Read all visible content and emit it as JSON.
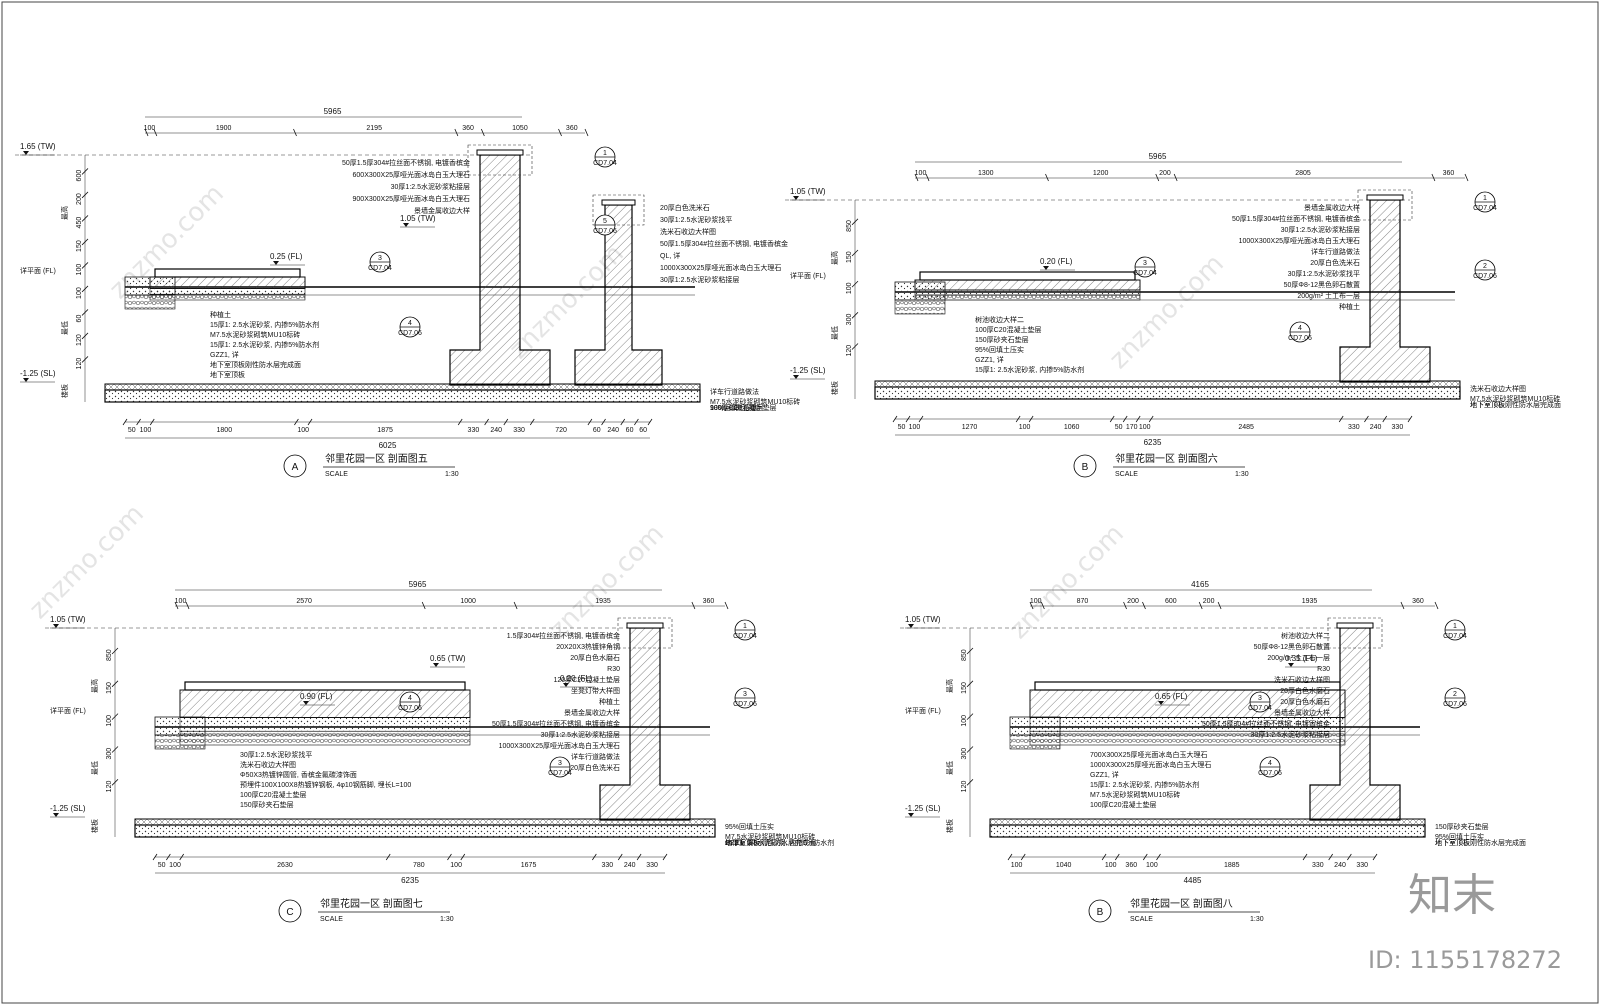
{
  "watermark": {
    "text": "znzmo.com",
    "brand": "知末",
    "id": "ID: 1155178272"
  },
  "sections": [
    {
      "key": "s5",
      "letter": "A",
      "title": "邻里花园一区 剖面图五",
      "scale_label": "SCALE",
      "scale": "1:30",
      "dims_top_total": "5965",
      "dims_top": [
        "100",
        "1900",
        "2195",
        "360",
        "1050",
        "360"
      ],
      "dims_bot": [
        "50",
        "100",
        "1800",
        "100",
        "1875",
        "330",
        "240",
        "330",
        "720",
        "60",
        "240",
        "60",
        "60"
      ],
      "dims_bot_total": "6025",
      "elev": [
        "1.65 (TW)",
        "0.25 (FL)",
        "1.05 (TW)",
        "-1.25 (SL)"
      ],
      "side": [
        "600",
        "200",
        "450",
        "150",
        "100",
        "100",
        "60",
        "120",
        "120",
        "最高",
        "最低",
        "楼板"
      ],
      "level_label": "详平面",
      "notes": [
        "50厚1.5厚304#拉丝面不锈钢, 电镀香槟金",
        "600X300X25厚哑光面冰岛白玉大理石",
        "30厚1:2.5水泥砂浆粘接层",
        "900X300X25厚哑光面冰岛白玉大理石",
        "景墙金属收边大样",
        "20厚白色洗米石",
        "30厚1:2.5水泥砂浆找平",
        "洗米石收边大样图",
        "50厚1.5厚304#拉丝面不锈钢, 电镀香槟金",
        "QL, 详",
        "1000X300X25厚哑光面冰岛白玉大理石",
        "30厚1:2.5水泥砂浆粘接层",
        "种植土",
        "15厚1: 2.5水泥砂浆, 内掺5%防水剂",
        "M7.5水泥砂浆砌筑MU10标砖",
        "15厚1: 2.5水泥砂浆, 内掺5%防水剂",
        "GZZ1, 详",
        "地下室顶板刚性防水层完成面",
        "地下室顶板",
        "详车行道路做法",
        "M7.5水泥砂浆砌筑MU10标砖",
        "100厚C20混凝土垫层",
        "100厚砂夹石垫层",
        "93%回填土压实"
      ],
      "tags": [
        "1",
        "CD7.04",
        "5",
        "CD7.06",
        "3",
        "CD7.04",
        "4",
        "CD7.06"
      ]
    },
    {
      "key": "s6",
      "letter": "B",
      "title": "邻里花园一区 剖面图六",
      "scale_label": "SCALE",
      "scale": "1:30",
      "dims_top_total": "5965",
      "dims_top": [
        "100",
        "1300",
        "1200",
        "200",
        "2805",
        "360"
      ],
      "dims_bot": [
        "50",
        "100",
        "1270",
        "100",
        "1060",
        "50",
        "170",
        "100",
        "2485",
        "330",
        "240",
        "330"
      ],
      "dims_bot_total": "6235",
      "elev": [
        "1.05 (TW)",
        "0.20 (FL)",
        "-1.25 (SL)"
      ],
      "side": [
        "850",
        "150",
        "100",
        "300",
        "120",
        "最高",
        "最低",
        "楼板"
      ],
      "level_label": "详平面",
      "notes": [
        "景墙金属收边大样",
        "50厚1.5厚304#拉丝面不锈钢, 电镀香槟金",
        "30厚1:2.5水泥砂浆粘接层",
        "1000X300X25厚哑光面冰岛白玉大理石",
        "详车行道路做法",
        "20厚白色洗米石",
        "30厚1:2.5水泥砂浆找平",
        "50厚Φ8-12黑色卵石散置",
        "200g/m² 土工布一层",
        "种植土",
        "树池收边大样二",
        "100厚C20混凝土垫层",
        "150厚砂夹石垫层",
        "95%回填土压实",
        "GZZ1, 详",
        "15厚1: 2.5水泥砂浆, 内掺5%防水剂",
        "洗米石收边大样图",
        "M7.5水泥砂浆砌筑MU10标砖",
        "地下室顶板刚性防水层完成面",
        "地下室顶板"
      ],
      "tags": [
        "1",
        "CD7.04",
        "2",
        "CD7.06",
        "3",
        "CD7.04",
        "4",
        "CD7.06"
      ]
    },
    {
      "key": "s7",
      "letter": "C",
      "title": "邻里花园一区 剖面图七",
      "scale_label": "SCALE",
      "scale": "1:30",
      "dims_top_total": "5965",
      "dims_top": [
        "100",
        "2570",
        "1000",
        "1935",
        "360"
      ],
      "dims_bot": [
        "50",
        "100",
        "2630",
        "780",
        "100",
        "1675",
        "330",
        "240",
        "330"
      ],
      "dims_bot_total": "6235",
      "elev": [
        "1.05 (TW)",
        "0.90 (FL)",
        "0.65 (TW)",
        "0.20 (FL)",
        "-1.25 (SL)"
      ],
      "side": [
        "850",
        "150",
        "100",
        "300",
        "120",
        "最高",
        "最低",
        "楼板"
      ],
      "level_label": "详平面",
      "notes": [
        "1.5厚304#拉丝面不锈钢, 电镀香槟金",
        "20X20X3热镀锌角钢",
        "20厚白色水磨石",
        "R30",
        "120厚C20混凝土垫层",
        "坐凳灯带大样图",
        "种植土",
        "景墙金属收边大样",
        "50厚1.5厚304#拉丝面不锈钢, 电镀香槟金",
        "30厚1:2.5水泥砂浆粘接层",
        "1000X300X25厚哑光面冰岛白玉大理石",
        "详车行道路做法",
        "20厚白色洗米石",
        "30厚1:2.5水泥砂浆找平",
        "洗米石收边大样图",
        "Φ50X3热镀锌圆管, 香槟金氟碳漆饰面",
        "预埋件100X100X8热镀锌钢板, 4φ10钢筋脚, 埋长L=100",
        "100厚C20混凝土垫层",
        "150厚砂夹石垫层",
        "95%回填土压实",
        "M7.5水泥砂浆砌筑MU10标砖",
        "GZZ1, 详",
        "15厚1: 2.5水泥砂浆, 内掺5%防水剂",
        "地下室顶板刚性防水层完成面",
        "地下室顶板"
      ],
      "tags": [
        "1",
        "CD7.04",
        "3",
        "CD7.06",
        "4",
        "CD7.06",
        "3",
        "CD7.04"
      ]
    },
    {
      "key": "s8",
      "letter": "B",
      "title": "邻里花园一区 剖面图八",
      "scale_label": "SCALE",
      "scale": "1:30",
      "dims_top_total": "4165",
      "dims_top": [
        "100",
        "870",
        "200",
        "600",
        "200",
        "1935",
        "360"
      ],
      "dims_bot": [
        "100",
        "1040",
        "100",
        "360",
        "100",
        "1885",
        "330",
        "240",
        "330"
      ],
      "dims_bot_total": "4485",
      "elev": [
        "1.05 (TW)",
        "0.65 (FL)",
        "0.35 (FL)",
        "-1.25 (SL)"
      ],
      "side": [
        "850",
        "150",
        "100",
        "300",
        "120",
        "最高",
        "最低",
        "楼板"
      ],
      "level_label": "详平面",
      "notes": [
        "树池收边大样二",
        "50厚Φ8-12黑色卵石散置",
        "200g/m² 土工布一层",
        "R30",
        "洗米石收边大样图",
        "20厚白色水磨石",
        "20厚白色水磨石",
        "景墙金属收边大样",
        "50厚1.5厚304#拉丝面不锈钢, 电镀香槟金",
        "30厚1:2.5水泥砂浆粘接层",
        "700X300X25厚哑光面冰岛白玉大理石",
        "1000X300X25厚哑光面冰岛白玉大理石",
        "GZZ1, 详",
        "15厚1: 2.5水泥砂浆, 内掺5%防水剂",
        "M7.5水泥砂浆砌筑MU10标砖",
        "100厚C20混凝土垫层",
        "150厚砂夹石垫层",
        "95%回填土压实",
        "地下室顶板刚性防水层完成面",
        "地下室顶板"
      ],
      "tags": [
        "1",
        "CD7.04",
        "2",
        "CD7.06",
        "3",
        "CD7.04",
        "4",
        "CD7.06"
      ]
    }
  ]
}
